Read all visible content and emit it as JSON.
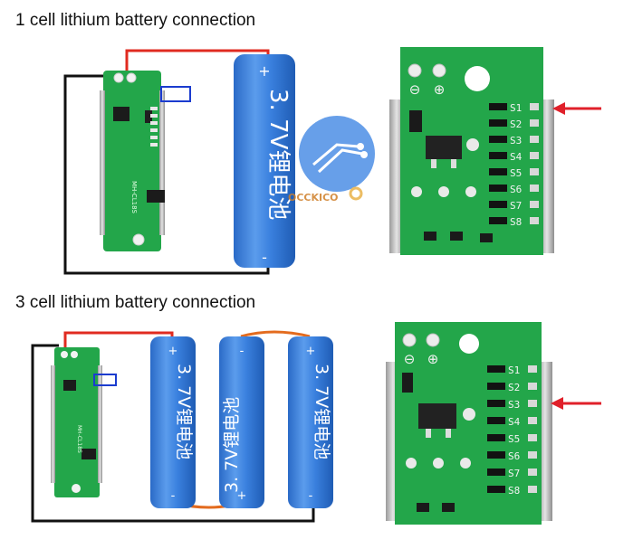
{
  "headings": {
    "one_cell": "1 cell lithium battery connection",
    "three_cell": "3 cell lithium battery connection"
  },
  "battery": {
    "label": "3. 7V锂电池",
    "plus": "+",
    "minus": "-"
  },
  "board": {
    "model": "MH-CL18S"
  },
  "pads": [
    "S1",
    "S2",
    "S3",
    "S4",
    "S5",
    "S6",
    "S7",
    "S8"
  ],
  "terminals": {
    "neg": "⊖",
    "pos": "⊕"
  },
  "watermark": "OCCKICO",
  "colors": {
    "pcb": "#23a64a",
    "pcb_dark": "#15843a",
    "battery": "#2f77d8",
    "battery_light": "#5d9be8",
    "wire_red": "#e02b20",
    "wire_black": "#111111",
    "wire_orange": "#e36b1e",
    "arrow": "#e0202a",
    "highlight": "#1b3ccf",
    "metal": "#bdbdbd"
  },
  "arrows": {
    "one_cell_points_to": "S1",
    "three_cell_points_to": "S3"
  }
}
